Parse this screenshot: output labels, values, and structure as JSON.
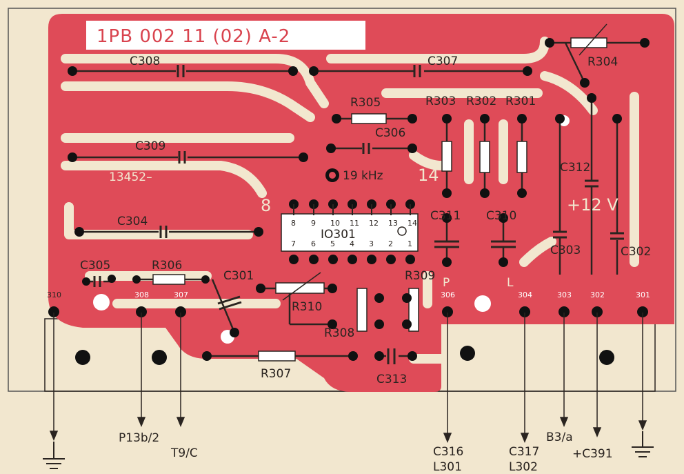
{
  "board": {
    "title": "1PB 002 11  (02)  A-2",
    "serial": "13452–",
    "freq_label": "19 kHz",
    "ic": {
      "name": "IO301",
      "top_pins": [
        "8",
        "9",
        "10",
        "11",
        "12",
        "13",
        "14"
      ],
      "bottom_pins": [
        "7",
        "6",
        "5",
        "4",
        "3",
        "2",
        "1"
      ]
    },
    "pin_markers": {
      "left": "8",
      "right": "14"
    },
    "supply": "+12 V",
    "channel_left": "P",
    "channel_right": "L",
    "components": {
      "c308": "C308",
      "c307": "C307",
      "c309": "C309",
      "c304": "C304",
      "c305": "C305",
      "c306": "C306",
      "c311": "C311",
      "c310": "C310",
      "c312": "C312",
      "c303": "C303",
      "c302": "C302",
      "c301": "C301",
      "c313": "C313",
      "r304": "R304",
      "r305": "R305",
      "r303": "R303",
      "r302": "R302",
      "r301": "R301",
      "r306": "R306",
      "r310": "R310",
      "r309": "R309",
      "r308": "R308",
      "r307": "R307"
    },
    "terminals": [
      "310",
      "308",
      "307",
      "306",
      "304",
      "303",
      "302",
      "301"
    ],
    "connections": {
      "p13b2": "P13b/2",
      "t9c": "T9/C",
      "c316": "C316",
      "l301": "L301",
      "c317": "C317",
      "l302": "L302",
      "b3a": "B3/a",
      "c391": "+C391"
    }
  },
  "colors": {
    "copper": "#df4b58",
    "paper": "#f2e7cf",
    "ink": "#2a2420",
    "white": "#ffffff"
  }
}
